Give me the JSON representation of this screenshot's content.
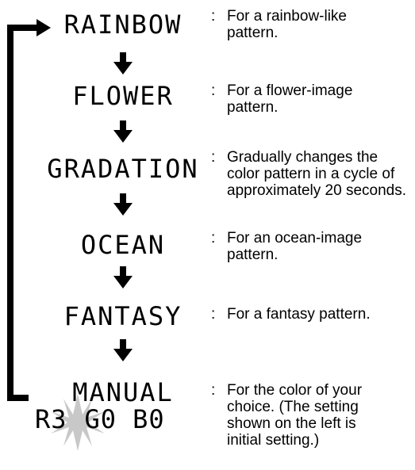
{
  "modes": [
    {
      "name": "RAINBOW",
      "description": "For a rainbow-like pattern."
    },
    {
      "name": "FLOWER",
      "description": "For a flower-image pattern."
    },
    {
      "name": "GRADATION",
      "description": "Gradually changes the color pattern in a cycle of approximately 20 seconds."
    },
    {
      "name": "OCEAN",
      "description": "For an ocean-image pattern."
    },
    {
      "name": "FANTASY",
      "description": "For a fantasy pattern."
    },
    {
      "name": "MANUAL",
      "description": "For the color of your choice. (The setting shown on the left is initial setting.)"
    }
  ],
  "manual_setting": {
    "r": "R3",
    "g": "G0",
    "b": "B0"
  },
  "colon": ":",
  "colors": {
    "ink": "#000000",
    "flash": "#c8c8c8"
  }
}
